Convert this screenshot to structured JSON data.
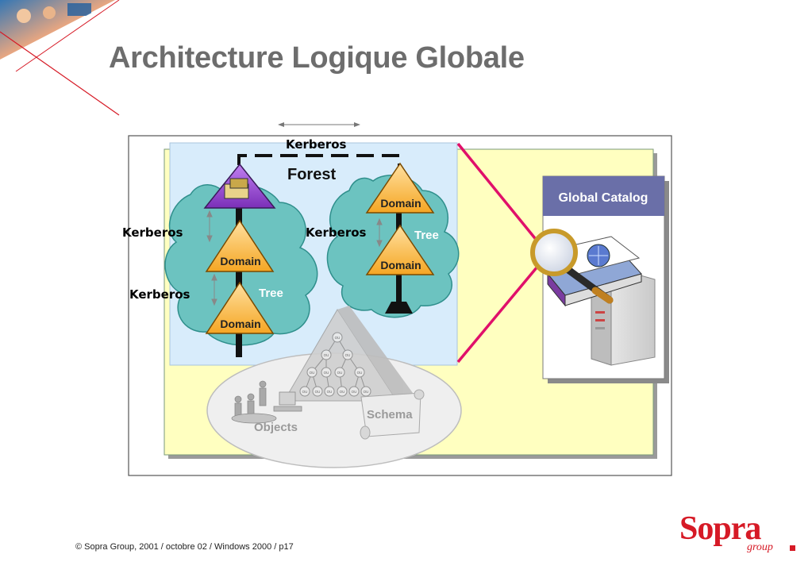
{
  "title": "Architecture Logique Globale",
  "diagram": {
    "forest_label": "Forest",
    "tree_label": "Tree",
    "domain_label": "Domain",
    "kerberos_label": "Kerberos",
    "global_catalog_label": "Global Catalog",
    "objects_label": "Objects",
    "schema_label": "Schema",
    "ou_label": "OU"
  },
  "footer": {
    "copyright": "© Sopra Group, 2001 / octobre 02 / Windows 2000 / p17"
  },
  "logo": {
    "name": "Sopra",
    "sub": "group"
  },
  "colors": {
    "title": "#6d6d6d",
    "brand_red": "#d61a26",
    "panel_yellow": "#ffffc0",
    "forest_bg": "#d8ecfb",
    "tree_teal": "#6cc3c0",
    "domain_orange": "#ffc060",
    "root_purple": "#9b4fd0",
    "catalog_header": "#6a6fa8",
    "connector_magenta": "#e0106a"
  }
}
